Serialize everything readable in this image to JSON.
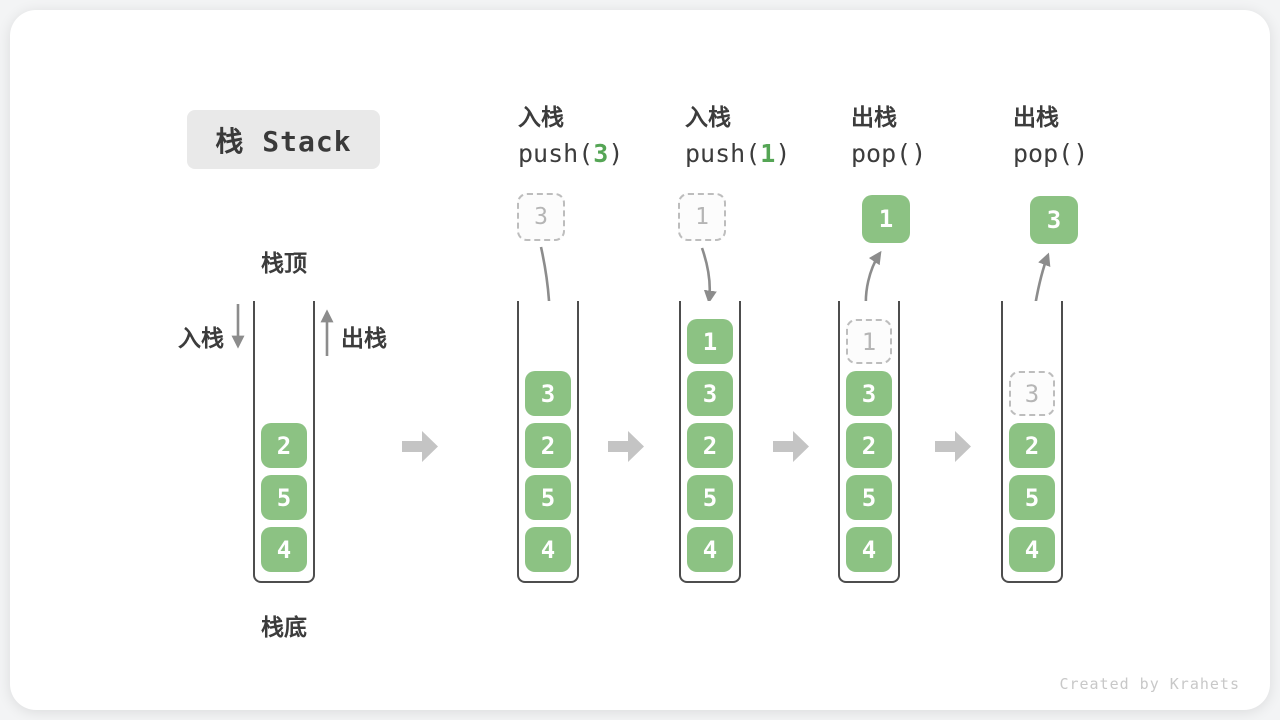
{
  "title_badge": "栈 Stack",
  "credit": "Created by Krahets",
  "side_labels": {
    "stack_top": "栈顶",
    "stack_bottom": "栈底",
    "push": "入栈",
    "pop": "出栈"
  },
  "headers": [
    {
      "action": "入栈",
      "call_open": "push(",
      "call_arg": "3",
      "call_close": ")"
    },
    {
      "action": "入栈",
      "call_open": "push(",
      "call_arg": "1",
      "call_close": ")"
    },
    {
      "action": "出栈",
      "call_open": "pop(",
      "call_arg": "",
      "call_close": ")"
    },
    {
      "action": "出栈",
      "call_open": "pop(",
      "call_arg": "",
      "call_close": ")"
    }
  ],
  "floats": [
    {
      "value": "3",
      "style": "dashed"
    },
    {
      "value": "1",
      "style": "dashed"
    },
    {
      "value": "1",
      "style": "solid"
    },
    {
      "value": "3",
      "style": "solid"
    }
  ],
  "stacks": [
    {
      "cells": [
        "4",
        "5",
        "2"
      ]
    },
    {
      "cells": [
        "4",
        "5",
        "2",
        "3"
      ]
    },
    {
      "cells": [
        "4",
        "5",
        "2",
        "3",
        "1"
      ]
    },
    {
      "cells": [
        "4",
        "5",
        "2",
        "3",
        "1"
      ]
    },
    {
      "cells": [
        "4",
        "5",
        "2",
        "3"
      ]
    }
  ],
  "colors": {
    "element_green": "#8cc283",
    "arg_green": "#55a555",
    "wall_gray": "#4d4d4d",
    "curved_arrow_gray": "#8c8c8c",
    "block_arrow_gray": "#c4c4c4",
    "dashed_border_gray": "#bdbdbd",
    "badge_bg": "#e9e9e9",
    "text_dark": "#3c3c3c",
    "credit_gray": "#c8c8c8"
  }
}
